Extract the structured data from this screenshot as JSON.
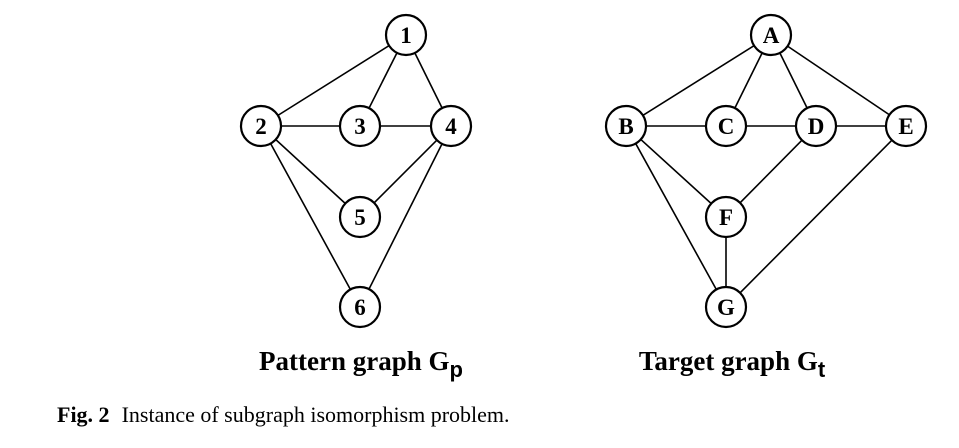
{
  "graphs": [
    {
      "id": "pattern",
      "title_main": "Pattern graph G",
      "title_sub": "p",
      "nodes": [
        {
          "id": "1",
          "label": "1"
        },
        {
          "id": "2",
          "label": "2"
        },
        {
          "id": "3",
          "label": "3"
        },
        {
          "id": "4",
          "label": "4"
        },
        {
          "id": "5",
          "label": "5"
        },
        {
          "id": "6",
          "label": "6"
        }
      ],
      "edges": [
        [
          "1",
          "2"
        ],
        [
          "1",
          "3"
        ],
        [
          "1",
          "4"
        ],
        [
          "2",
          "3"
        ],
        [
          "3",
          "4"
        ],
        [
          "2",
          "5"
        ],
        [
          "4",
          "5"
        ],
        [
          "2",
          "6"
        ],
        [
          "4",
          "6"
        ]
      ]
    },
    {
      "id": "target",
      "title_main": "Target graph G",
      "title_sub": "t",
      "nodes": [
        {
          "id": "A",
          "label": "A"
        },
        {
          "id": "B",
          "label": "B"
        },
        {
          "id": "C",
          "label": "C"
        },
        {
          "id": "D",
          "label": "D"
        },
        {
          "id": "E",
          "label": "E"
        },
        {
          "id": "F",
          "label": "F"
        },
        {
          "id": "G",
          "label": "G"
        }
      ],
      "edges": [
        [
          "A",
          "B"
        ],
        [
          "A",
          "C"
        ],
        [
          "A",
          "D"
        ],
        [
          "A",
          "E"
        ],
        [
          "B",
          "C"
        ],
        [
          "C",
          "D"
        ],
        [
          "D",
          "E"
        ],
        [
          "B",
          "F"
        ],
        [
          "D",
          "F"
        ],
        [
          "B",
          "G"
        ],
        [
          "F",
          "G"
        ],
        [
          "E",
          "G"
        ]
      ]
    }
  ],
  "caption": {
    "label": "Fig. 2",
    "text": "Instance of subgraph isomorphism problem."
  }
}
